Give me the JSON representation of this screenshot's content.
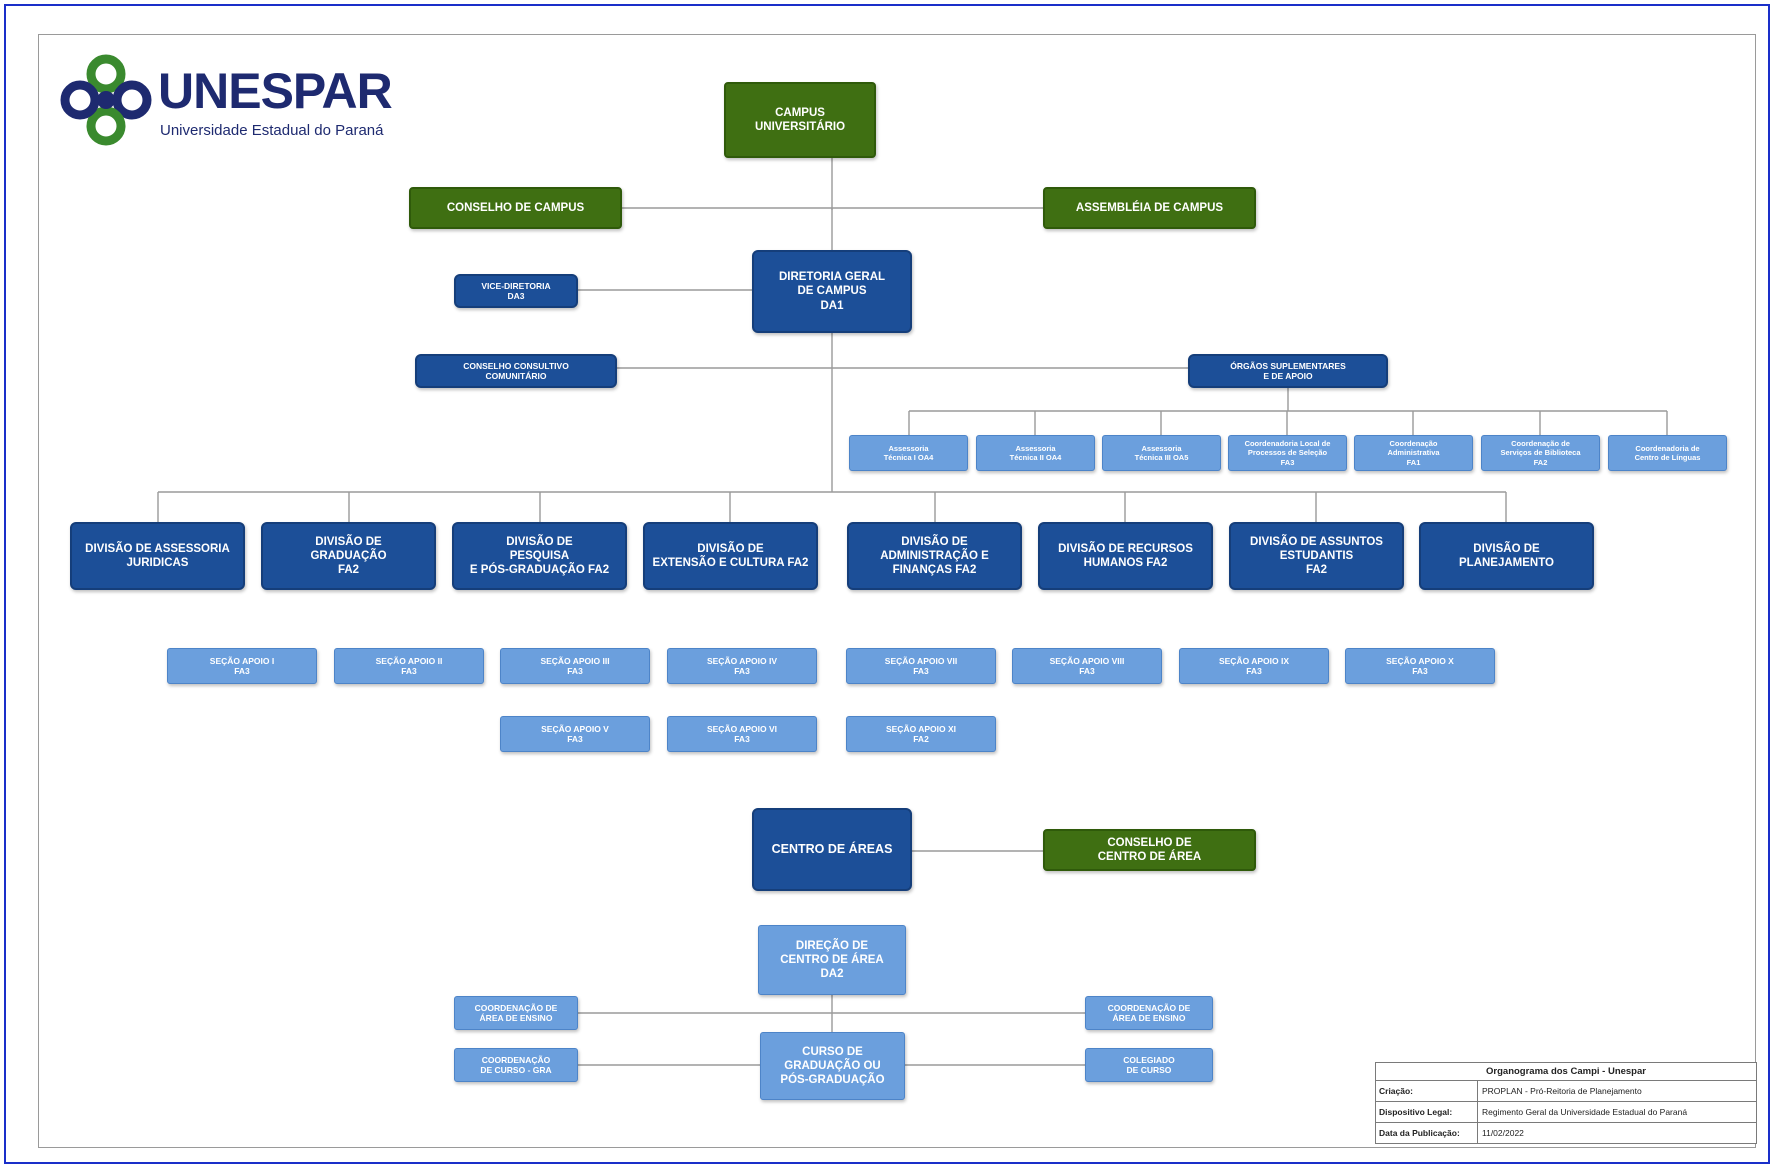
{
  "logo": {
    "name": "UNESPAR",
    "subtitle": "Universidade Estadual do Paraná",
    "colors": {
      "blue": "#1e2a70",
      "green": "#3a8a2e"
    }
  },
  "colors": {
    "green_box": "#3f6f12",
    "navy_box": "#1c4f98",
    "light_box": "#6b9fdd",
    "connector": "#9a9a9a",
    "frame": "#1a2fc9"
  },
  "nodes": {
    "campus": "CAMPUS UNIVERSITÁRIO",
    "conselho_campus": "CONSELHO DE CAMPUS",
    "assembleia_campus": "ASSEMBLÉIA DE CAMPUS",
    "diretoria_geral": "DIRETORIA GERAL\nDE CAMPUS\nDA1",
    "vice_diretoria": "VICE-DIRETORIA\nDA3",
    "conselho_consultivo": "CONSELHO CONSULTIVO\nCOMUNITÁRIO",
    "orgaos_suplementares": "ÓRGÃOS SUPLEMENTARES\nE DE APOIO",
    "apoio": [
      "Assessoria\nTécnica I OA4",
      "Assessoria\nTécnica II OA4",
      "Assessoria\nTécnica III OA5",
      "Coordenadoria Local de\nProcessos de Seleção\nFA3",
      "Coordenação\nAdministrativa\nFA1",
      "Coordenação de\nServiços de Biblioteca\nFA2",
      "Coordenadoria de\nCentro de Línguas"
    ],
    "divisoes": [
      "DIVISÃO DE ASSESSORIA\nJURIDICAS",
      "DIVISÃO DE\nGRADUAÇÃO\nFA2",
      "DIVISÃO DE\nPESQUISA\nE PÓS-GRADUAÇÃO FA2",
      "DIVISÃO DE\nEXTENSÃO E CULTURA FA2",
      "DIVISÃO DE\nADMINISTRAÇÃO E\nFINANÇAS FA2",
      "DIVISÃO DE RECURSOS\nHUMANOS FA2",
      "DIVISÃO DE ASSUNTOS\nESTUDANTIS\nFA2",
      "DIVISÃO DE\nPLANEJAMENTO"
    ],
    "secoes_row1": [
      "SEÇÃO APOIO I\nFA3",
      "SEÇÃO APOIO II\nFA3",
      "SEÇÃO APOIO III\nFA3",
      "SEÇÃO APOIO IV\nFA3",
      "SEÇÃO APOIO VII\nFA3",
      "SEÇÃO APOIO VIII\nFA3",
      "SEÇÃO APOIO IX\nFA3",
      "SEÇÃO APOIO X\nFA3"
    ],
    "secoes_row2": [
      "SEÇÃO APOIO V\nFA3",
      "SEÇÃO APOIO VI\nFA3",
      "SEÇÃO APOIO XI\nFA2"
    ],
    "centro_areas": "CENTRO DE ÁREAS",
    "conselho_centro_area": "CONSELHO DE\nCENTRO DE ÁREA",
    "direcao_centro_area": "DIREÇÃO DE\nCENTRO DE ÁREA\nDA2",
    "coord_area_ensino_left": "COORDENAÇÃO DE\nÁREA DE ENSINO",
    "coord_area_ensino_right": "COORDENAÇÃO DE\nÁREA DE ENSINO",
    "coord_curso": "COORDENAÇÃO\nDE CURSO - GRA",
    "colegiado": "COLEGIADO\nDE CURSO",
    "curso": "CURSO DE\nGRADUAÇÃO OU\nPÓS-GRADUAÇÃO"
  },
  "info_table": {
    "title": "Organograma dos Campi - Unespar",
    "rows": [
      {
        "label": "Criação:",
        "value": "PROPLAN - Pró-Reitoria de Planejamento"
      },
      {
        "label": "Dispositivo Legal:",
        "value": "Regimento Geral da Universidade Estadual do Paraná"
      },
      {
        "label": "Data da Publicação:",
        "value": "11/02/2022"
      }
    ]
  }
}
